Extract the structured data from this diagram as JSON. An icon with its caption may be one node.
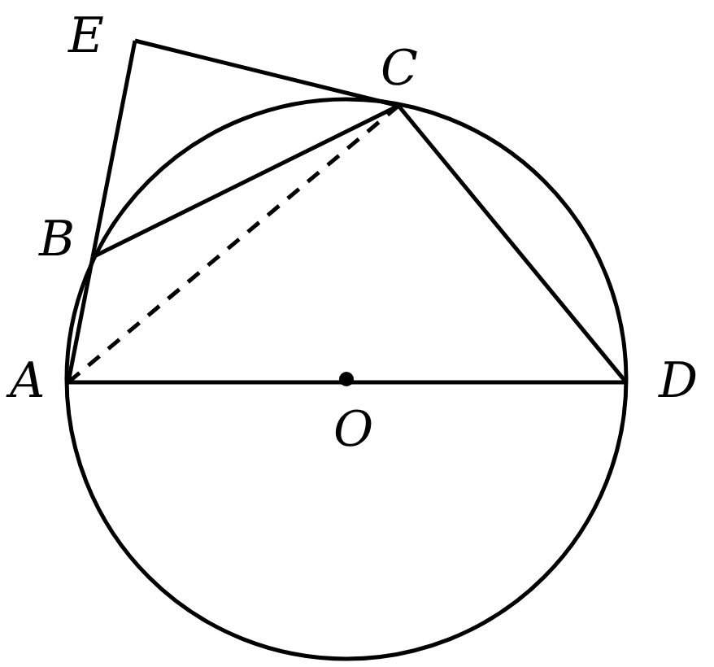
{
  "diagram": {
    "nodes": [
      {
        "text": [
          "E"
        ]
      },
      {
        "text": [
          "C"
        ]
      },
      {
        "text": [
          "B"
        ]
      },
      {
        "text": [
          "A"
        ]
      },
      {
        "text": [
          "O"
        ]
      },
      {
        "text": [
          "D"
        ]
      }
    ],
    "edges": [
      {
        "from": 0,
        "to": 1,
        "arrow": "none"
      },
      {
        "from": 0,
        "to": 2,
        "arrow": "none"
      },
      {
        "from": 2,
        "to": 3,
        "arrow": "none"
      },
      {
        "from": 2,
        "to": 1,
        "arrow": "none"
      },
      {
        "from": 1,
        "to": 5,
        "arrow": "none"
      },
      {
        "from": 3,
        "to": 5,
        "arrow": "none"
      },
      {
        "from": 3,
        "to": 1,
        "arrow": "none",
        "style": "dashed"
      }
    ]
  }
}
